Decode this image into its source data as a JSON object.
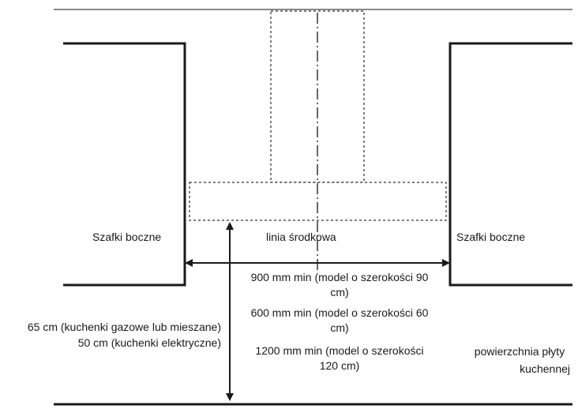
{
  "labels": {
    "side_cabinet_left": "Szafki boczne",
    "side_cabinet_right": "Szafki boczne",
    "centerline": "linia środkowa",
    "width_900_line1": "900 mm min (model o szerokości 90",
    "width_900_line2": "cm)",
    "width_600_line1": "600 mm min (model o szerokości 60",
    "width_600_line2": "cm)",
    "width_1200_line1": "1200 mm min (model o szerokości",
    "width_1200_line2": "120 cm)",
    "height_gas": "65 cm (kuchenki gazowe lub mieszane)",
    "height_electric": "50 cm (kuchenki elektryczne)",
    "hob_surface_line1": "powierzchnia płyty",
    "hob_surface_line2": "kuchennej"
  },
  "colors": {
    "ceiling_line": "#888888",
    "stroke": "#1a1a1a",
    "dashed": "#555555"
  }
}
